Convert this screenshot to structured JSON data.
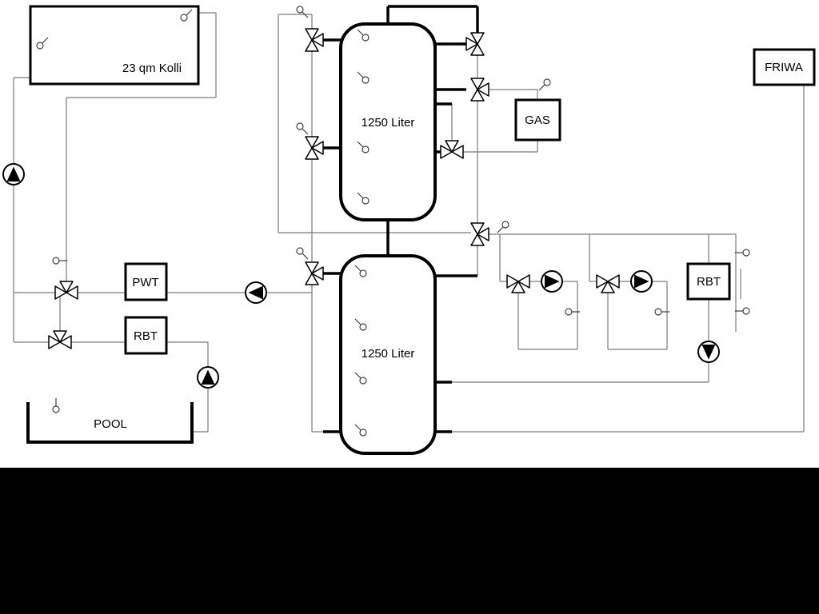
{
  "page": {
    "background": "#ffffff",
    "letterbox_color": "#000000"
  },
  "colors": {
    "pipe_gray": "#7a7a7a",
    "component_black": "#000000",
    "fill_white": "#ffffff"
  },
  "labels": {
    "collector": "23 qm Kolli",
    "buffer_tank_top": "1250 Liter",
    "buffer_tank_bottom": "1250 Liter",
    "gas_boiler": "GAS",
    "friwa": "FRIWA",
    "pool_heat_exchanger": "PWT",
    "rbt_left": "RBT",
    "rbt_right": "RBT",
    "pool": "POOL"
  },
  "symbols": {
    "pump": "circle-with-triangle",
    "valve": "bowtie-triangles",
    "sensor": "small-circle-with-tick"
  }
}
